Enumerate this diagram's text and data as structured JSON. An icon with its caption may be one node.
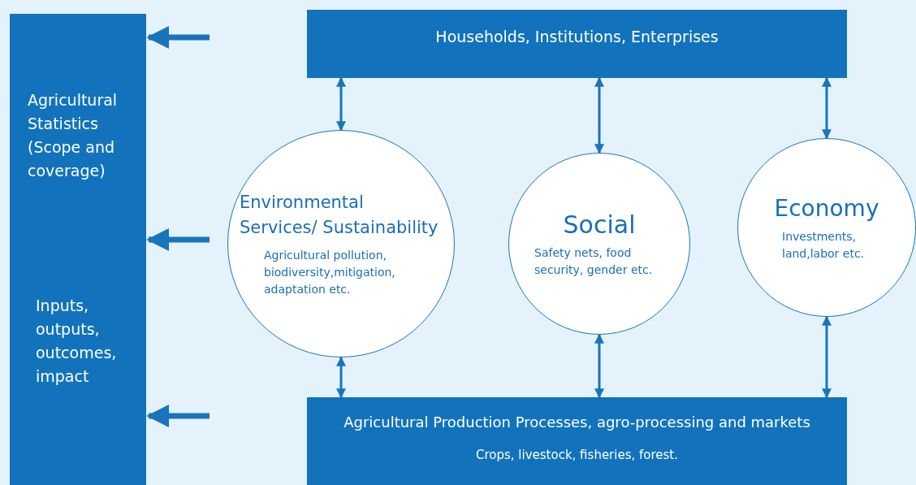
{
  "diagram": {
    "nodes": [
      {
        "text": [
          "Agricultural Statistics (Scope and coverage)",
          "Inputs, outputs, outcomes, impact"
        ]
      },
      {
        "text": [
          "Households, Institutions, Enterprises"
        ]
      },
      {
        "text": [
          "Environmental Services/ Sustainability",
          "Agricultural pollution, biodiversity,mitigation, adaptation etc."
        ]
      },
      {
        "text": [
          "Social",
          "Safety nets, food security, gender etc."
        ]
      },
      {
        "text": [
          "Economy",
          "Investments, land,labor etc."
        ]
      },
      {
        "text": [
          "Agricultural Production Processes, agro-processing and markets",
          "Crops, livestock, fisheries, forest."
        ]
      }
    ],
    "edges": [
      {
        "from": null,
        "to": 0,
        "arrow": "to",
        "style": "thick"
      },
      {
        "from": null,
        "to": 0,
        "arrow": "to",
        "style": "thick"
      },
      {
        "from": null,
        "to": 0,
        "arrow": "to",
        "style": "thick"
      },
      {
        "from": 1,
        "to": 2,
        "arrow": "both"
      },
      {
        "from": 1,
        "to": 3,
        "arrow": "both"
      },
      {
        "from": 1,
        "to": 4,
        "arrow": "both"
      },
      {
        "from": 2,
        "to": 5,
        "arrow": "both"
      },
      {
        "from": 3,
        "to": 5,
        "arrow": "both"
      },
      {
        "from": 4,
        "to": 5,
        "arrow": "both"
      }
    ]
  }
}
